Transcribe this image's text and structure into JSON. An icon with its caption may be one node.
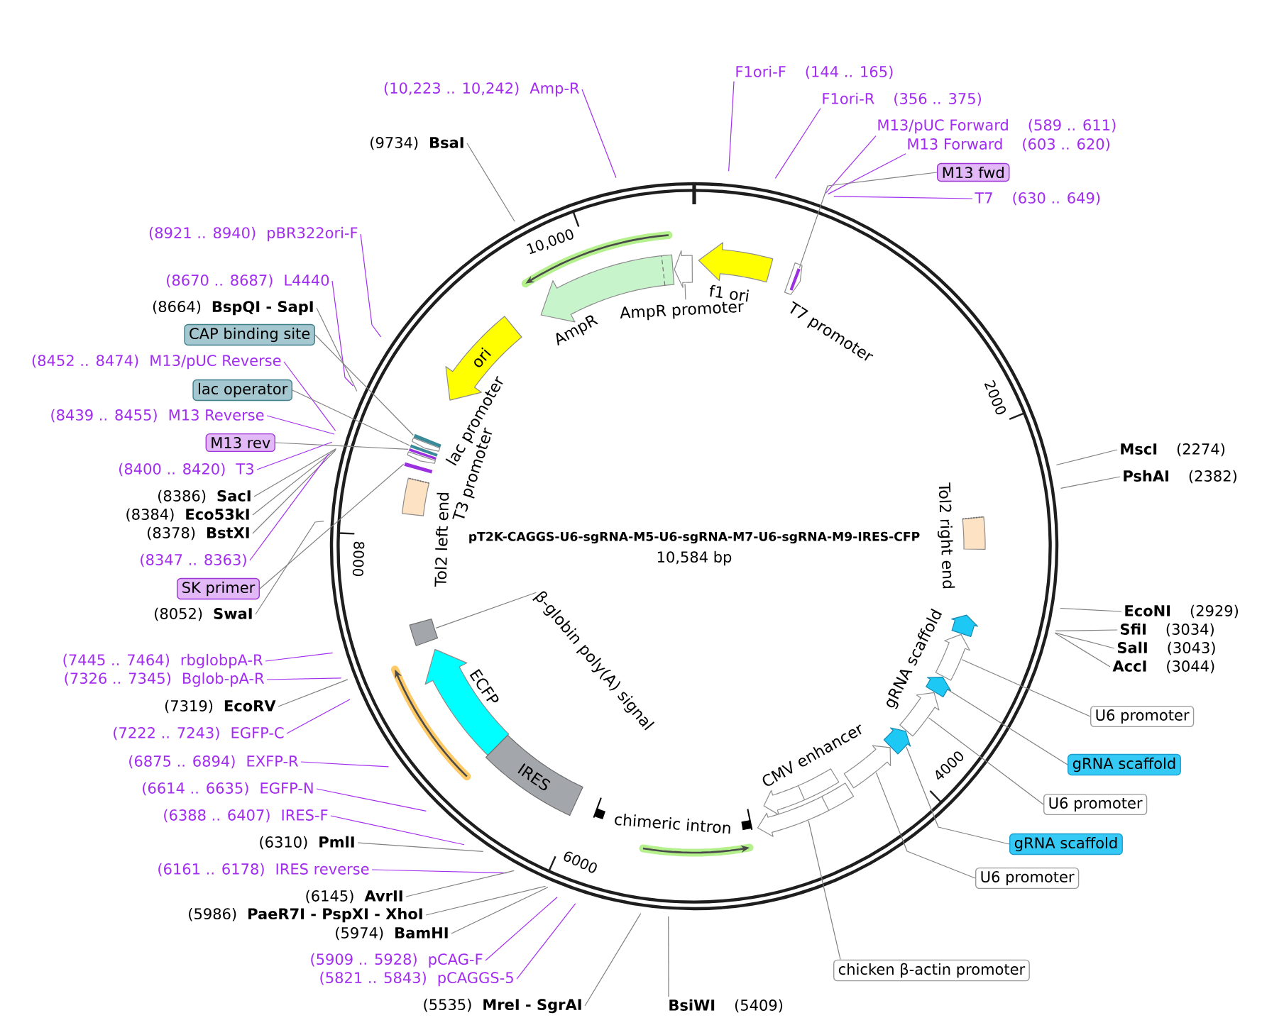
{
  "diagram": {
    "title": "pT2K-CAGGS-U6-sgRNA-M5-U6-sgRNA-M7-U6-sgRNA-M9-IRES-CFP",
    "nodes": [
      {
        "text": [
          "(10,223 .. 10,242)",
          "Amp-R"
        ]
      },
      {
        "text": [
          "F1ori-F",
          "(144 .. 165)"
        ]
      },
      {
        "text": [
          "F1ori-R",
          "(356 .. 375)"
        ]
      },
      {
        "text": [
          "M13/pUC Forward",
          "(589 .. 611)"
        ]
      },
      {
        "text": [
          "M13 Forward",
          "(603 .. 620)"
        ]
      },
      {
        "text": [
          "(9734)",
          "BsaI"
        ]
      },
      {
        "text": [
          "M13 fwd"
        ]
      },
      {
        "text": [
          "T7",
          "(630 .. 649)"
        ]
      },
      {
        "text": [
          "(8921 .. 8940)",
          "pBR322ori-F"
        ]
      },
      {
        "text": [
          "(8670 .. 8687)",
          "L4440"
        ]
      },
      {
        "text": [
          "(8664)",
          "BspQI - SapI"
        ]
      },
      {
        "text": [
          "CAP binding site"
        ]
      },
      {
        "text": [
          "(8452 .. 8474)",
          "M13/pUC Reverse"
        ]
      },
      {
        "text": [
          "lac operator"
        ]
      },
      {
        "text": [
          "(8439 .. 8455)",
          "M13 Reverse"
        ]
      },
      {
        "text": [
          "M13 rev"
        ]
      },
      {
        "text": [
          "(8400 .. 8420)",
          "T3"
        ]
      },
      {
        "text": [
          "MscI",
          "(2274)"
        ]
      },
      {
        "text": [
          "PshAI",
          "(2382)"
        ]
      },
      {
        "text": [
          "(8386)",
          "SacI"
        ]
      },
      {
        "text": [
          "(8384)",
          "Eco53kI"
        ]
      },
      {
        "text": [
          "(8378)",
          "BstXI"
        ]
      },
      {
        "text": [
          "(8347 .. 8363)"
        ]
      },
      {
        "text": [
          "SK primer"
        ]
      },
      {
        "text": [
          "EcoNI",
          "(2929)"
        ]
      },
      {
        "text": [
          "(8052)",
          "SwaI"
        ]
      },
      {
        "text": [
          "SfiI",
          "(3034)"
        ]
      },
      {
        "text": [
          "SalI",
          "(3043)"
        ]
      },
      {
        "text": [
          "AccI",
          "(3044)"
        ]
      },
      {
        "text": [
          "(7445 .. 7464)",
          "rbglobpA-R"
        ]
      },
      {
        "text": [
          "(7326 .. 7345)",
          "Bglob-pA-R"
        ]
      },
      {
        "text": [
          "(7319)",
          "EcoRV"
        ]
      },
      {
        "text": [
          "U6 promoter"
        ]
      },
      {
        "text": [
          "(7222 .. 7243)",
          "EGFP-C"
        ]
      },
      {
        "text": [
          "(6875 .. 6894)",
          "EXFP-R"
        ]
      },
      {
        "text": [
          "gRNA scaffold"
        ]
      },
      {
        "text": [
          "(6614 .. 6635)",
          "EGFP-N"
        ]
      },
      {
        "text": [
          "U6 promoter"
        ]
      },
      {
        "text": [
          "(6388 .. 6407)",
          "IRES-F"
        ]
      },
      {
        "text": [
          "(6310)",
          "PmlI"
        ]
      },
      {
        "text": [
          "gRNA scaffold"
        ]
      },
      {
        "text": [
          "(6161 .. 6178)",
          "IRES reverse"
        ]
      },
      {
        "text": [
          "U6 promoter"
        ]
      },
      {
        "text": [
          "(6145)",
          "AvrII"
        ]
      },
      {
        "text": [
          "(5986)",
          "PaeR7I - PspXI - XhoI"
        ]
      },
      {
        "text": [
          "(5974)",
          "BamHI"
        ]
      },
      {
        "text": [
          "(5909 .. 5928)",
          "pCAG-F"
        ]
      },
      {
        "text": [
          "chicken β-actin promoter"
        ]
      },
      {
        "text": [
          "(5821 .. 5843)",
          "pCAGGS-5"
        ]
      },
      {
        "text": [
          "(5535)",
          "MreI - SgrAI"
        ]
      },
      {
        "text": [
          "BsiWI",
          "(5409)"
        ]
      },
      {
        "text": [
          "AmpR"
        ]
      },
      {
        "text": [
          "AmpR promoter"
        ]
      },
      {
        "text": [
          "f1 ori"
        ]
      },
      {
        "text": [
          "T7 promoter"
        ]
      },
      {
        "text": [],
        "shape": "bar",
        "in": 54
      },
      {
        "text": [
          "ori"
        ]
      },
      {
        "text": [],
        "shape": "bar"
      },
      {
        "text": [
          "lac promoter"
        ]
      },
      {
        "text": [],
        "shape": "bar"
      },
      {
        "text": [],
        "shape": "bar"
      },
      {
        "text": [
          "T3 promoter"
        ]
      },
      {
        "text": [],
        "shape": "bar"
      },
      {
        "text": [
          "Tol2 left end"
        ]
      },
      {
        "text": [
          "Tol2 right end"
        ]
      },
      {
        "text": [
          "β-globin poly(A) signal"
        ]
      },
      {
        "text": [
          "ECFP"
        ]
      },
      {
        "text": [
          "IRES"
        ]
      },
      {
        "text": [
          "chimeric intron"
        ]
      },
      {
        "text": [
          "CMV enhancer"
        ]
      },
      {
        "text": [],
        "shape": "arrow"
      },
      {
        "text": [
          "gRNA scaffold"
        ]
      },
      {
        "text": [],
        "shape": "arrow"
      },
      {
        "text": [],
        "shape": "arrow"
      },
      {
        "text": [],
        "shape": "arrow"
      },
      {
        "text": [],
        "shape": "arrow"
      },
      {
        "text": [],
        "shape": "arrow"
      },
      {
        "text": [],
        "shape": "box"
      }
    ],
    "edges": [
      {
        "from": 0,
        "to": null,
        "arrow": "none",
        "color": "#a22df0"
      },
      {
        "from": 1,
        "to": null,
        "arrow": "none",
        "color": "#a22df0"
      },
      {
        "from": 2,
        "to": null,
        "arrow": "none",
        "color": "#a22df0"
      },
      {
        "from": 3,
        "to": null,
        "arrow": "none",
        "color": "#a22df0"
      },
      {
        "from": 4,
        "to": null,
        "arrow": "none",
        "color": "#a22df0"
      },
      {
        "from": 5,
        "to": null,
        "arrow": "none"
      },
      {
        "from": 6,
        "to": 55,
        "arrow": "none"
      },
      {
        "from": 7,
        "to": null,
        "arrow": "none",
        "color": "#a22df0"
      },
      {
        "from": 8,
        "to": null,
        "arrow": "none",
        "color": "#a22df0"
      },
      {
        "from": 9,
        "to": null,
        "arrow": "none",
        "color": "#a22df0"
      },
      {
        "from": 10,
        "to": null,
        "arrow": "none"
      },
      {
        "from": 11,
        "to": 57,
        "arrow": "none"
      },
      {
        "from": 12,
        "to": null,
        "arrow": "none",
        "color": "#a22df0"
      },
      {
        "from": 13,
        "to": 59,
        "arrow": "none"
      },
      {
        "from": 14,
        "to": null,
        "arrow": "none",
        "color": "#a22df0"
      },
      {
        "from": 15,
        "to": 60,
        "arrow": "none"
      },
      {
        "from": 16,
        "to": null,
        "arrow": "none",
        "color": "#a22df0"
      },
      {
        "from": 17,
        "to": null,
        "arrow": "none"
      },
      {
        "from": 18,
        "to": null,
        "arrow": "none"
      },
      {
        "from": 19,
        "to": null,
        "arrow": "none"
      },
      {
        "from": 20,
        "to": null,
        "arrow": "none"
      },
      {
        "from": 21,
        "to": null,
        "arrow": "none"
      },
      {
        "from": 22,
        "to": null,
        "arrow": "none",
        "color": "#a22df0"
      },
      {
        "from": 23,
        "to": 62,
        "arrow": "none"
      },
      {
        "from": 24,
        "to": null,
        "arrow": "none"
      },
      {
        "from": 25,
        "to": null,
        "arrow": "none"
      },
      {
        "from": 26,
        "to": null,
        "arrow": "none"
      },
      {
        "from": 27,
        "to": null,
        "arrow": "none"
      },
      {
        "from": 28,
        "to": null,
        "arrow": "none"
      },
      {
        "from": 29,
        "to": null,
        "arrow": "none",
        "color": "#a22df0"
      },
      {
        "from": 30,
        "to": null,
        "arrow": "none",
        "color": "#a22df0"
      },
      {
        "from": 31,
        "to": null,
        "arrow": "none"
      },
      {
        "from": 32,
        "to": 72,
        "arrow": "none"
      },
      {
        "from": 33,
        "to": null,
        "arrow": "none",
        "color": "#a22df0"
      },
      {
        "from": 34,
        "to": null,
        "arrow": "none",
        "color": "#a22df0"
      },
      {
        "from": 35,
        "to": 73,
        "arrow": "none"
      },
      {
        "from": 36,
        "to": null,
        "arrow": "none",
        "color": "#a22df0"
      },
      {
        "from": 37,
        "to": 74,
        "arrow": "none"
      },
      {
        "from": 38,
        "to": null,
        "arrow": "none",
        "color": "#a22df0"
      },
      {
        "from": 39,
        "to": null,
        "arrow": "none"
      },
      {
        "from": 40,
        "to": 75,
        "arrow": "none"
      },
      {
        "from": 41,
        "to": null,
        "arrow": "none",
        "color": "#a22df0"
      },
      {
        "from": 42,
        "to": 76,
        "arrow": "none"
      },
      {
        "from": 43,
        "to": null,
        "arrow": "none"
      },
      {
        "from": 44,
        "to": null,
        "arrow": "none"
      },
      {
        "from": 45,
        "to": null,
        "arrow": "none"
      },
      {
        "from": 46,
        "to": null,
        "arrow": "none",
        "color": "#a22df0"
      },
      {
        "from": 47,
        "to": 70,
        "arrow": "none"
      },
      {
        "from": 48,
        "to": null,
        "arrow": "none",
        "color": "#a22df0"
      },
      {
        "from": 49,
        "to": null,
        "arrow": "none"
      },
      {
        "from": 50,
        "to": null,
        "arrow": "none"
      },
      {
        "from": 65,
        "to": 77,
        "arrow": "none"
      }
    ],
    "labels": [
      "10,000",
      "2000",
      "8000",
      "10,584 bp",
      "4000",
      "6000"
    ]
  }
}
